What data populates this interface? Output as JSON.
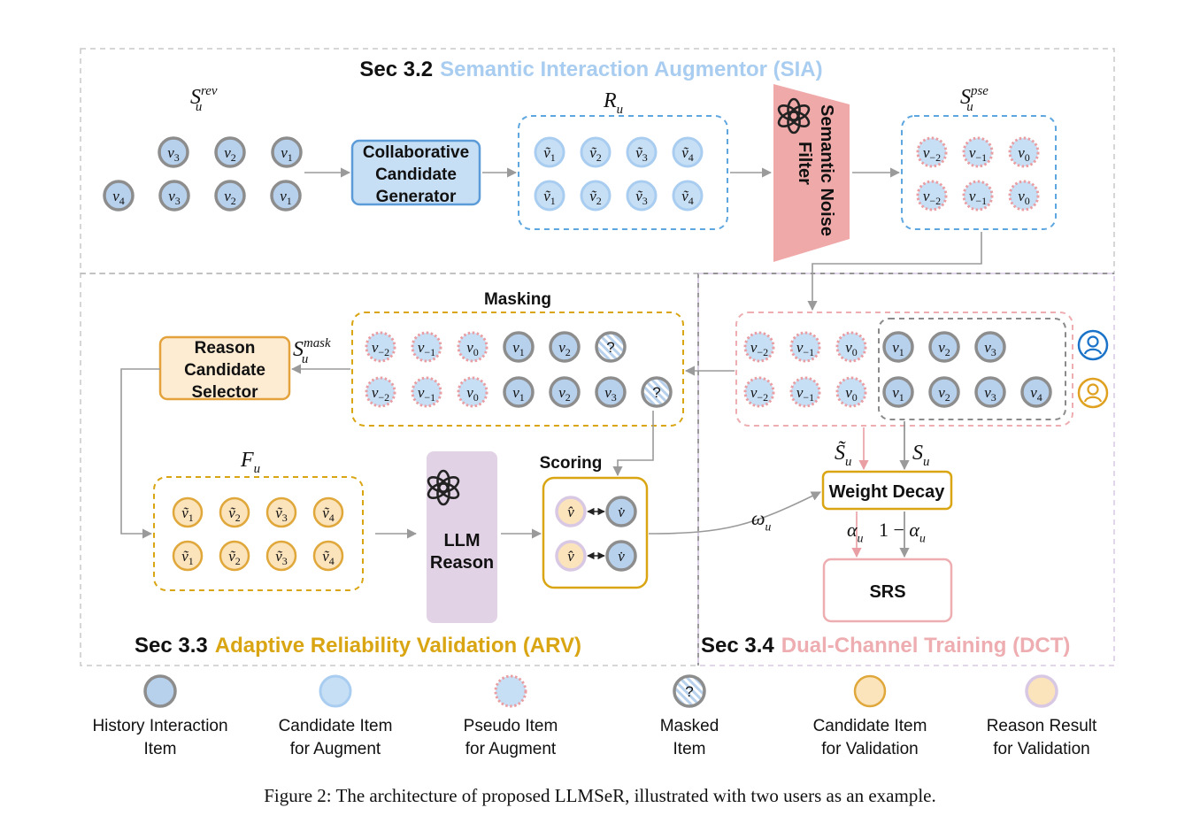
{
  "colors": {
    "sia": "#a9cdf0",
    "arv": "#d9a513",
    "dct": "#eeadb0",
    "history_fill": "#b7d0ec",
    "history_stroke": "#8d8d8d",
    "candidate_fill": "#c7dff5",
    "candidate_stroke": "#a9cdf0",
    "pseudo_stroke": "#e99ea3",
    "validation_fill": "#fbe3bc",
    "validation_stroke": "#e0a73a",
    "reason_stroke": "#d8c8e4",
    "generator_fill": "#c7dff5",
    "generator_stroke": "#5b9bd8",
    "filter_fill": "#f0a9a9",
    "llm_fill": "#e2d2e6",
    "selector_fill": "#fdebd2",
    "selector_stroke": "#e3a23b"
  },
  "sections": {
    "sia": {
      "prefix": "Sec 3.2",
      "title": "Semantic Interaction Augmentor (SIA)"
    },
    "arv": {
      "prefix": "Sec 3.3",
      "title": "Adaptive Reliability Validation (ARV)"
    },
    "dct": {
      "prefix": "Sec 3.4",
      "title": "Dual-Channel Training (DCT)"
    }
  },
  "labels": {
    "s_rev": {
      "base": "S",
      "sub": "u",
      "sup": "rev"
    },
    "r_u": {
      "base": "R",
      "sub": "u"
    },
    "s_pse": {
      "base": "S",
      "sub": "u",
      "sup": "pse"
    },
    "s_mask": {
      "base": "S",
      "sub": "u",
      "sup": "mask"
    },
    "f_u": {
      "base": "F",
      "sub": "u"
    },
    "s_tilde": {
      "base": "S̃",
      "sub": "u"
    },
    "s_u": {
      "base": "S",
      "sub": "u"
    },
    "omega": {
      "base": "ω",
      "sub": "u"
    },
    "alpha": {
      "base": "α",
      "sub": "u"
    },
    "one_minus_alpha": {
      "pre": "1 − ",
      "base": "α",
      "sub": "u"
    }
  },
  "boxes": {
    "generator": [
      "Collaborative",
      "Candidate",
      "Generator"
    ],
    "filter": [
      "Semantic Noise",
      "Filter"
    ],
    "selector": [
      "Reason",
      "Candidate",
      "Selector"
    ],
    "llm": [
      "LLM",
      "Reason"
    ],
    "weight_decay": "Weight Decay",
    "srs": "SRS",
    "masking": "Masking",
    "scoring": "Scoring"
  },
  "items": {
    "s_rev": [
      {
        "row": 1,
        "labels": [
          [
            "v",
            "3"
          ],
          [
            "v",
            "2"
          ],
          [
            "v",
            "1"
          ]
        ]
      },
      {
        "row": 2,
        "labels": [
          [
            "v",
            "4"
          ],
          [
            "v",
            "3"
          ],
          [
            "v",
            "2"
          ],
          [
            "v",
            "1"
          ]
        ]
      }
    ],
    "r_u": [
      {
        "row": 1,
        "labels": [
          [
            "ṽ",
            "1"
          ],
          [
            "ṽ",
            "2"
          ],
          [
            "ṽ",
            "3"
          ],
          [
            "ṽ",
            "4"
          ]
        ]
      },
      {
        "row": 2,
        "labels": [
          [
            "ṽ",
            "1"
          ],
          [
            "ṽ",
            "2"
          ],
          [
            "ṽ",
            "3"
          ],
          [
            "ṽ",
            "4"
          ]
        ]
      }
    ],
    "s_pse": [
      {
        "row": 1,
        "labels": [
          [
            "v",
            "−2"
          ],
          [
            "v",
            "−1"
          ],
          [
            "v",
            "0"
          ]
        ]
      },
      {
        "row": 2,
        "labels": [
          [
            "v",
            "−2"
          ],
          [
            "v",
            "−1"
          ],
          [
            "v",
            "0"
          ]
        ]
      }
    ],
    "masking_row1": [
      [
        "v",
        "−2",
        "pseudo"
      ],
      [
        "v",
        "−1",
        "pseudo"
      ],
      [
        "v",
        "0",
        "pseudo"
      ],
      [
        "v",
        "1",
        "history"
      ],
      [
        "v",
        "2",
        "history"
      ],
      [
        "?",
        "",
        "masked"
      ]
    ],
    "masking_row2": [
      [
        "v",
        "−2",
        "pseudo"
      ],
      [
        "v",
        "−1",
        "pseudo"
      ],
      [
        "v",
        "0",
        "pseudo"
      ],
      [
        "v",
        "1",
        "history"
      ],
      [
        "v",
        "2",
        "history"
      ],
      [
        "v",
        "3",
        "history"
      ],
      [
        "?",
        "",
        "masked"
      ]
    ],
    "dct_row1": [
      [
        "v",
        "−2",
        "pseudo"
      ],
      [
        "v",
        "−1",
        "pseudo"
      ],
      [
        "v",
        "0",
        "pseudo"
      ],
      [
        "v",
        "1",
        "history"
      ],
      [
        "v",
        "2",
        "history"
      ],
      [
        "v",
        "3",
        "history"
      ]
    ],
    "dct_row2": [
      [
        "v",
        "−2",
        "pseudo"
      ],
      [
        "v",
        "−1",
        "pseudo"
      ],
      [
        "v",
        "0",
        "pseudo"
      ],
      [
        "v",
        "1",
        "history"
      ],
      [
        "v",
        "2",
        "history"
      ],
      [
        "v",
        "3",
        "history"
      ],
      [
        "v",
        "4",
        "history"
      ]
    ],
    "f_u": [
      {
        "row": 1,
        "labels": [
          [
            "ṽ",
            "1"
          ],
          [
            "ṽ",
            "2"
          ],
          [
            "ṽ",
            "3"
          ],
          [
            "ṽ",
            "4"
          ]
        ]
      },
      {
        "row": 2,
        "labels": [
          [
            "ṽ",
            "1"
          ],
          [
            "ṽ",
            "2"
          ],
          [
            "ṽ",
            "3"
          ],
          [
            "ṽ",
            "4"
          ]
        ]
      }
    ],
    "scoring": {
      "reason": "v̂",
      "target": "v̇"
    }
  },
  "legend": [
    {
      "kind": "history",
      "lines": [
        "History Interaction",
        "Item"
      ]
    },
    {
      "kind": "candidate",
      "lines": [
        "Candidate Item",
        "for Augment"
      ]
    },
    {
      "kind": "pseudo",
      "lines": [
        "Pseudo Item",
        "for Augment"
      ]
    },
    {
      "kind": "masked",
      "lines": [
        "Masked",
        "Item"
      ]
    },
    {
      "kind": "validation",
      "lines": [
        "Candidate Item",
        "for Validation"
      ]
    },
    {
      "kind": "reason",
      "lines": [
        "Reason Result",
        "for Validation"
      ]
    }
  ],
  "caption": "Figure 2: The architecture of proposed LLMSeR, illustrated with two users as an example."
}
